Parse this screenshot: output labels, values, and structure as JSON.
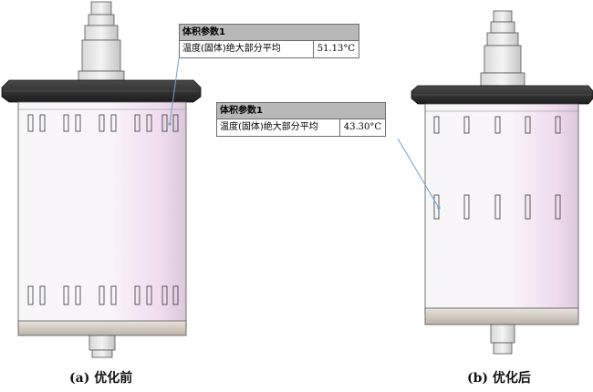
{
  "panels": [
    {
      "callout": {
        "title": "体积参数1",
        "label": "温度(固体)绝大部分平均",
        "value": "51.13°C"
      },
      "caption": "(a) 优化前"
    },
    {
      "callout": {
        "title": "体积参数1",
        "label": "温度(固体)绝大部分平均",
        "value": "43.30°C"
      },
      "caption": "(b) 优化后"
    }
  ],
  "colors": {
    "body_fill": "#f4f4f6",
    "body_tint": "#ecdcec",
    "flange": "#2b2b2b",
    "slot_outline": "#4a4a4a",
    "base_band": "#c9c4bd",
    "leader_line": "#6f9fd0"
  }
}
